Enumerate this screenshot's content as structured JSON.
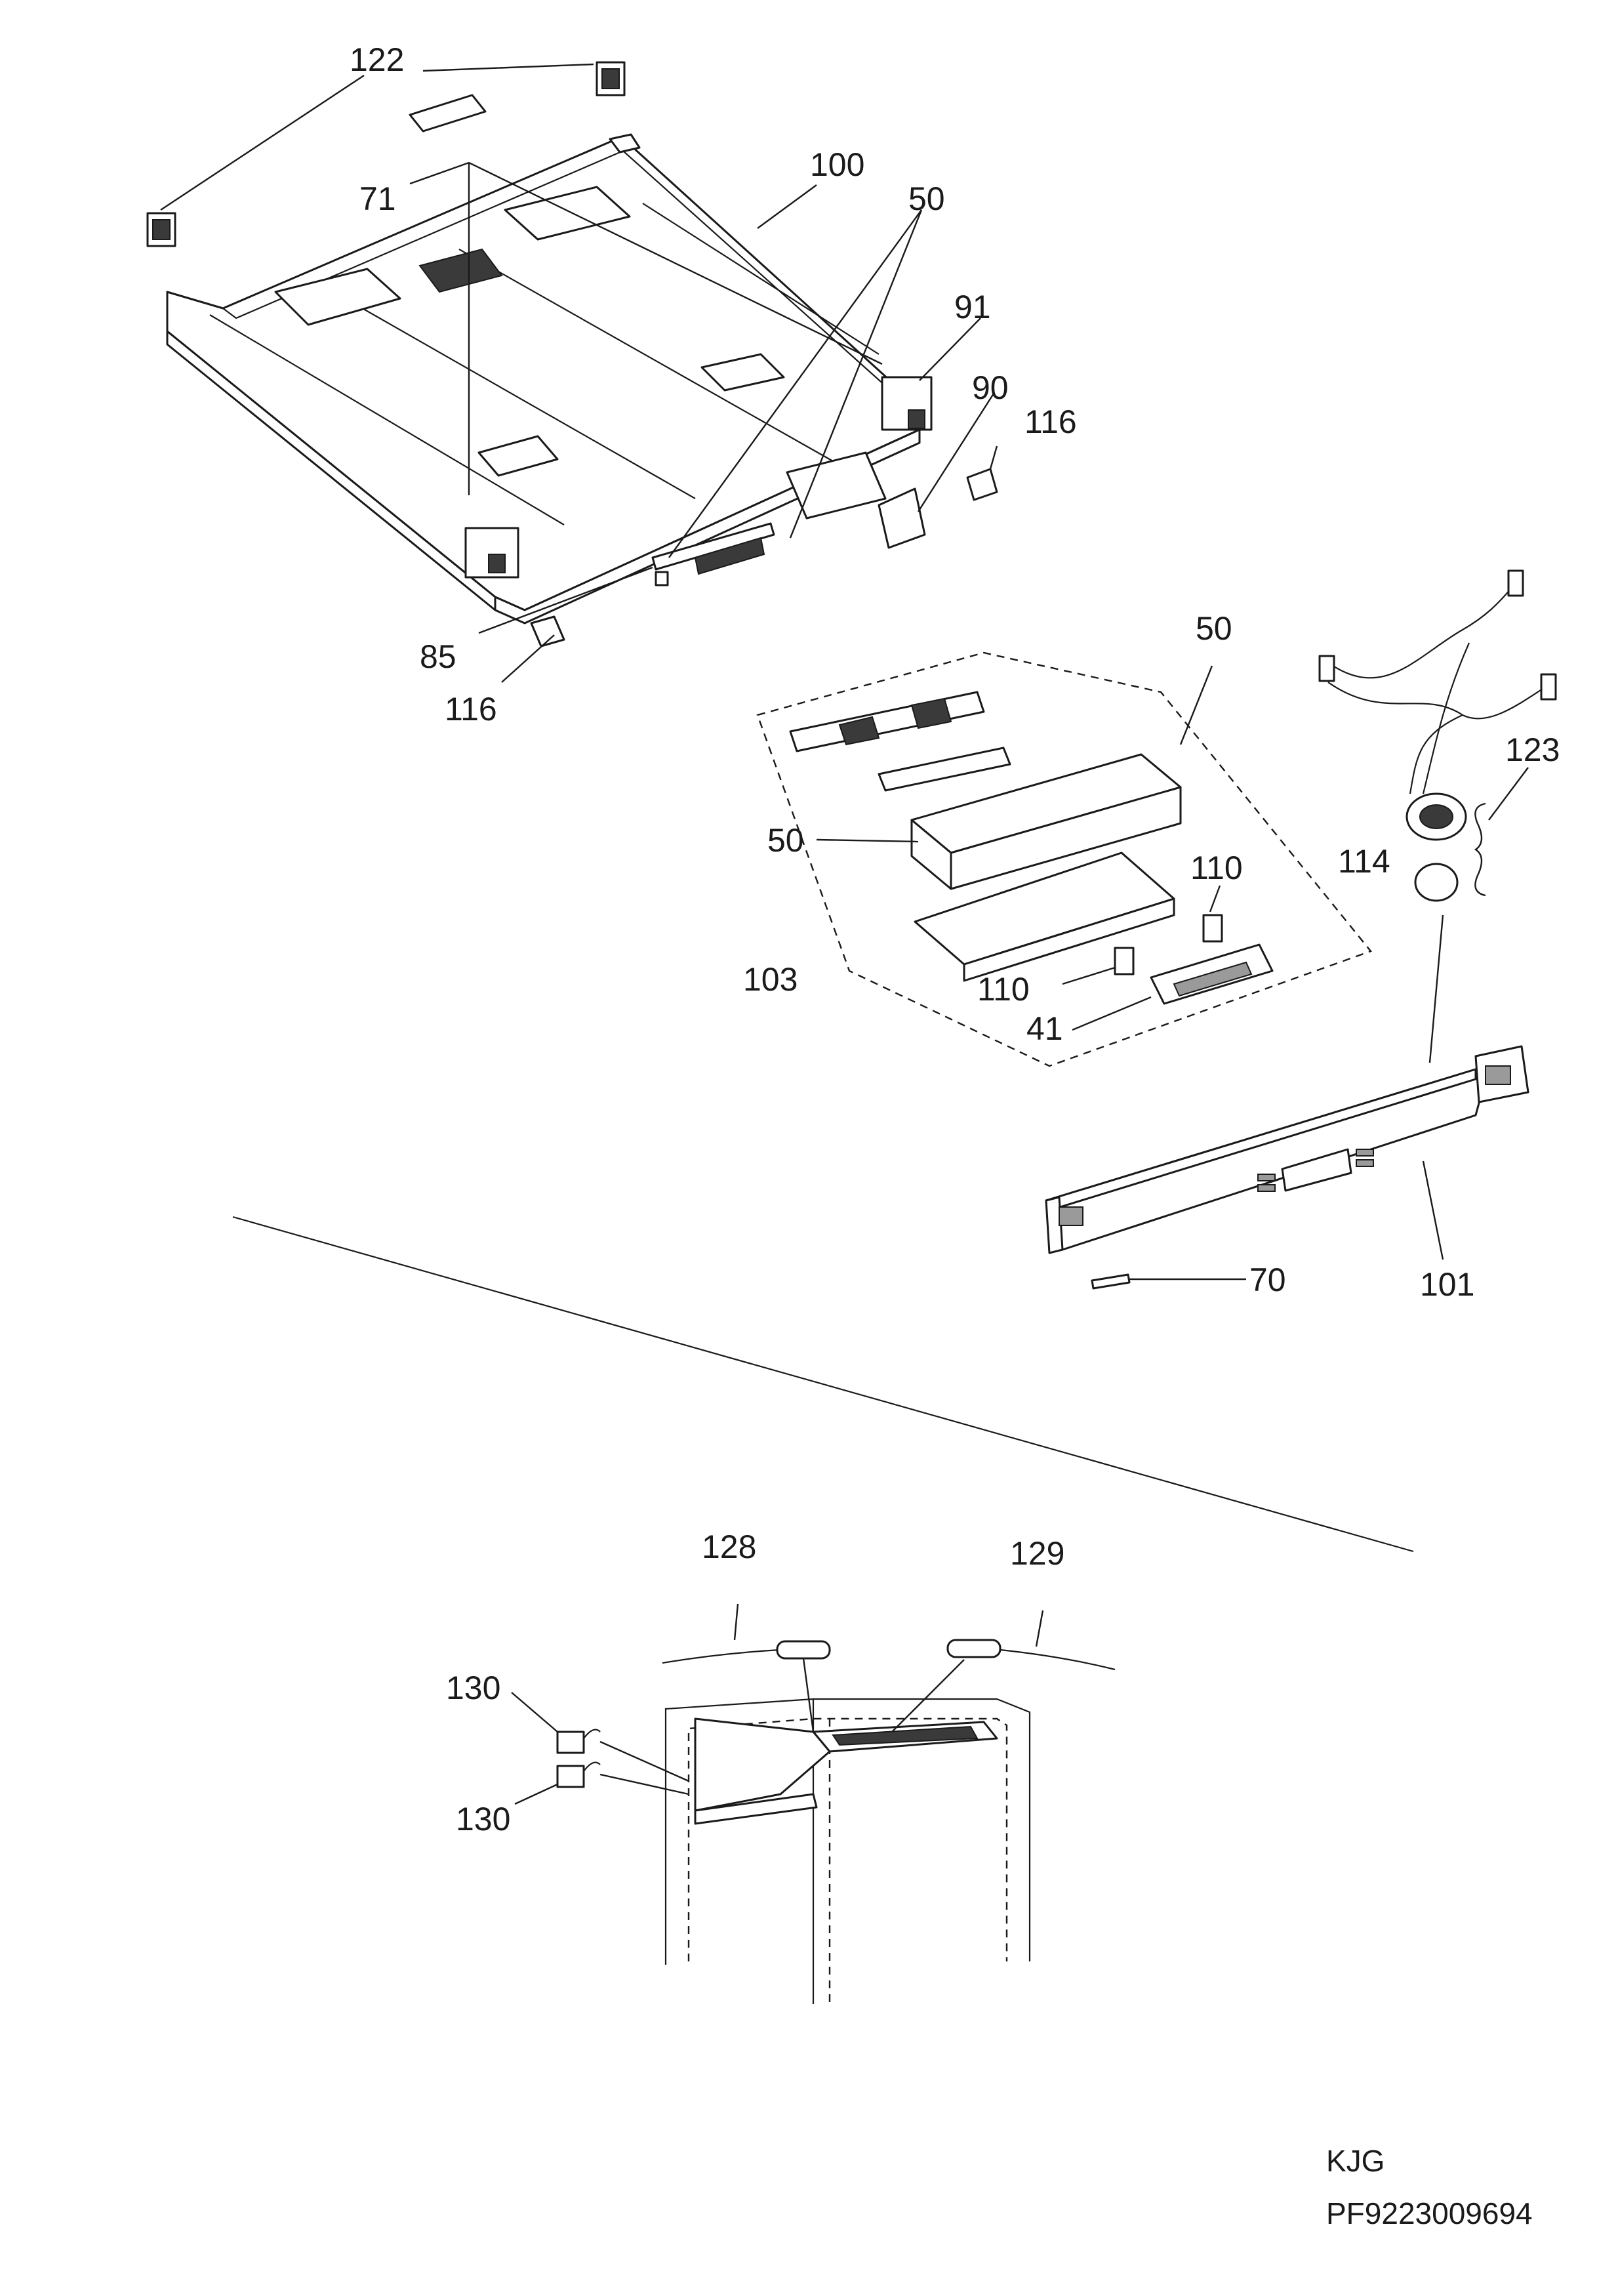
{
  "callouts": {
    "c122": "122",
    "c71": "71",
    "c100": "100",
    "c50a": "50",
    "c91": "91",
    "c90": "90",
    "c116a": "116",
    "c85": "85",
    "c116b": "116",
    "c50b": "50",
    "c123": "123",
    "c50c": "50",
    "c114": "114",
    "c110a": "110",
    "c103": "103",
    "c110b": "110",
    "c41": "41",
    "c70": "70",
    "c101": "101",
    "c128": "128",
    "c129": "129",
    "c130a": "130",
    "c130b": "130"
  },
  "footer": {
    "code": "KJG",
    "part_number": "PF9223009694"
  }
}
